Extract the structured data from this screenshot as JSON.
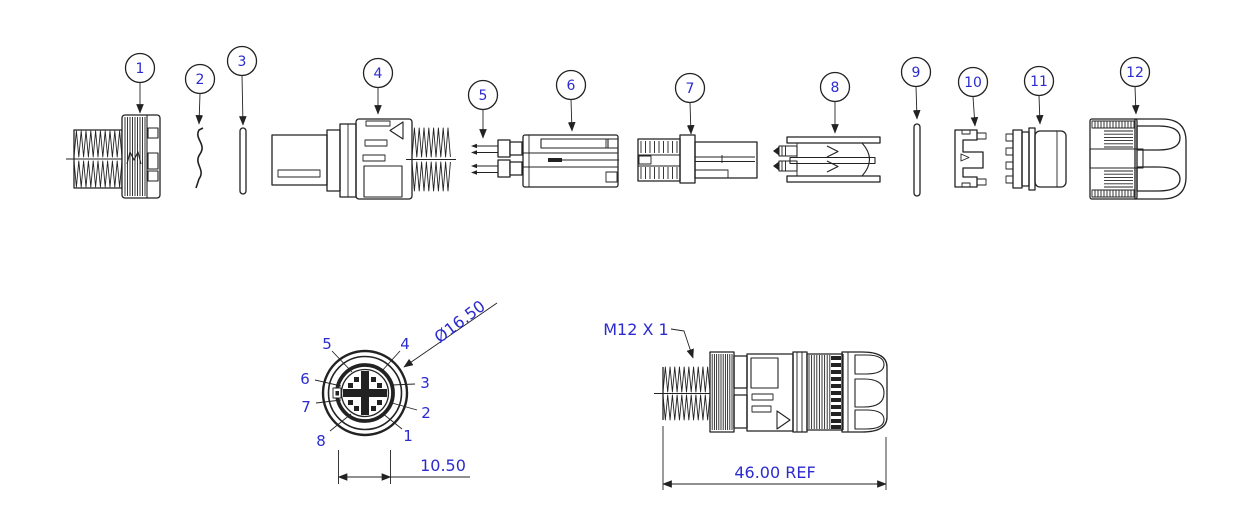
{
  "drawing": {
    "title": "M12 connector exploded assembly drawing",
    "accent_color": "#2b2bd0",
    "line_color": "#222222",
    "background": "#ffffff"
  },
  "exploded_view": {
    "balloons": [
      {
        "label": "1"
      },
      {
        "label": "2"
      },
      {
        "label": "3"
      },
      {
        "label": "4"
      },
      {
        "label": "5"
      },
      {
        "label": "6"
      },
      {
        "label": "7"
      },
      {
        "label": "8"
      },
      {
        "label": "9"
      },
      {
        "label": "10"
      },
      {
        "label": "11"
      },
      {
        "label": "12"
      }
    ]
  },
  "face_view": {
    "pin_labels": [
      "1",
      "2",
      "3",
      "4",
      "5",
      "6",
      "7",
      "8"
    ],
    "diameter_dim": "Ø16.50",
    "width_dim": "10.50"
  },
  "side_view": {
    "thread_label": "M12 X 1",
    "length_dim": "46.00 REF"
  }
}
